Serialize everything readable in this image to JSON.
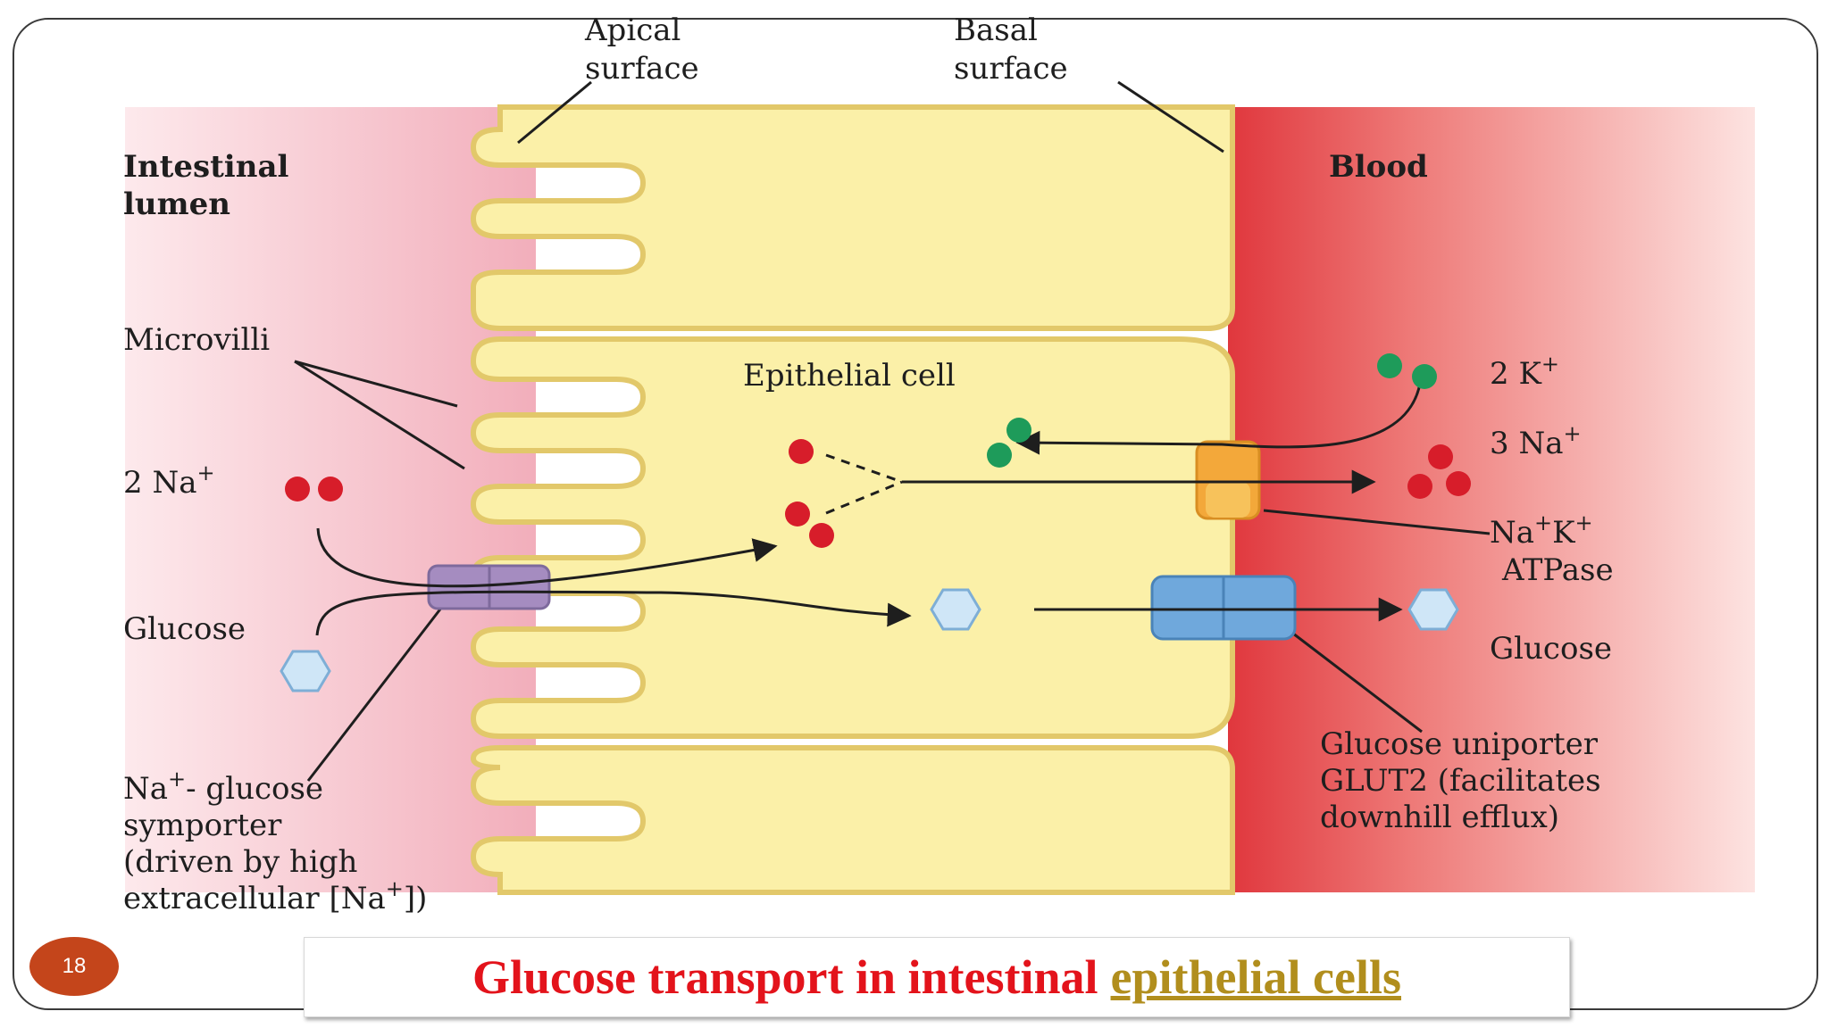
{
  "diagram": {
    "labels": {
      "apical_line1": "Apical",
      "apical_line2": "surface",
      "basal_line1": "Basal",
      "basal_line2": "surface",
      "lumen_line1": "Intestinal",
      "lumen_line2": "lumen",
      "blood": "Blood",
      "microvilli": "Microvilli",
      "epithelial_cell": "Epithelial cell",
      "na_left": "2 Na",
      "glucose_left": "Glucose",
      "k_right": "2 K",
      "na_right": "3 Na",
      "atpase_line1": "Na",
      "atpase_line1_mid": "K",
      "atpase_line2": "ATPase",
      "glucose_right": "Glucose",
      "glut2_line1": "Glucose uniporter",
      "glut2_line2": "GLUT2 (facilitates",
      "glut2_line3": "downhill efflux)",
      "symporter_line1_suffix": "- glucose",
      "symporter_line1": "Na",
      "symporter_line2": "symporter",
      "symporter_line3": "(driven by high",
      "symporter_line4": "extracellular [Na",
      "symporter_line4_end": "])",
      "plus": "+"
    },
    "colors": {
      "lumen": "#f2b8c2",
      "cell": "#fbf0a8",
      "cell_membrane": "#e7cf72",
      "blood": "#e65353",
      "sodium": "#d71d2a",
      "potassium": "#1e9b5a",
      "glucose": "#bcdcf2",
      "symporter": "#a58cc0",
      "atpase": "#f1b440",
      "glut2": "#6fa8dc"
    },
    "icons": [
      "sodium-ion-icon",
      "potassium-ion-icon",
      "glucose-molecule-icon"
    ]
  },
  "footer": {
    "slide_number": "18",
    "caption_main": "Glucose transport in intestinal",
    "caption_link": "epithelial cells"
  }
}
